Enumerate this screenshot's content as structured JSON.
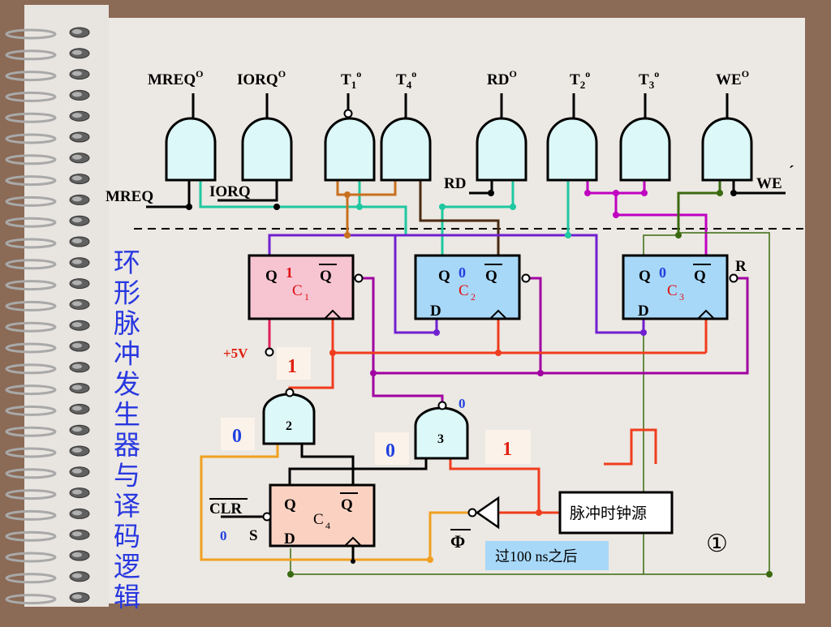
{
  "title": "环形脉冲发生器与译码逻辑",
  "gate_outputs": [
    {
      "label": "MREQ",
      "sup": "O"
    },
    {
      "label": "IORQ",
      "sup": "O"
    },
    {
      "label": "T",
      "sub": "1",
      "sup": "o"
    },
    {
      "label": "T",
      "sub": "4",
      "sup": "o"
    },
    {
      "label": "RD",
      "sup": "O"
    },
    {
      "label": "T",
      "sub": "2",
      "sup": "o"
    },
    {
      "label": "T",
      "sub": "3",
      "sup": "o"
    },
    {
      "label": "WE",
      "sup": "O"
    }
  ],
  "inputs": {
    "mreq": "MREQ",
    "iorq": "IORQ",
    "rd": "RD",
    "we": "WE",
    "we_mark": "´"
  },
  "flipflops": {
    "c1": {
      "q": "Q",
      "qbar": "Q",
      "name": "C",
      "sub": "1",
      "state": "1"
    },
    "c2": {
      "q": "Q",
      "qbar": "Q",
      "name": "C",
      "sub": "2",
      "state": "0",
      "d": "D"
    },
    "c3": {
      "q": "Q",
      "qbar": "Q",
      "name": "C",
      "sub": "3",
      "state": "0",
      "d": "D",
      "r": "R"
    },
    "c4": {
      "q": "Q",
      "qbar": "Q",
      "name": "C",
      "sub": "4",
      "d": "D",
      "clr": "CLR",
      "s": "S",
      "s_val": "0"
    }
  },
  "gates_lower": {
    "g2": "2",
    "g3": "3"
  },
  "boxes": {
    "b1": "1",
    "b0a": "0",
    "b0b": "0",
    "b1b": "1",
    "g3_out": "0"
  },
  "vcc": "+5V",
  "clock_source": "脉冲时钟源",
  "phi": "Φ",
  "note": "过100 ns之后",
  "marker": "①"
}
